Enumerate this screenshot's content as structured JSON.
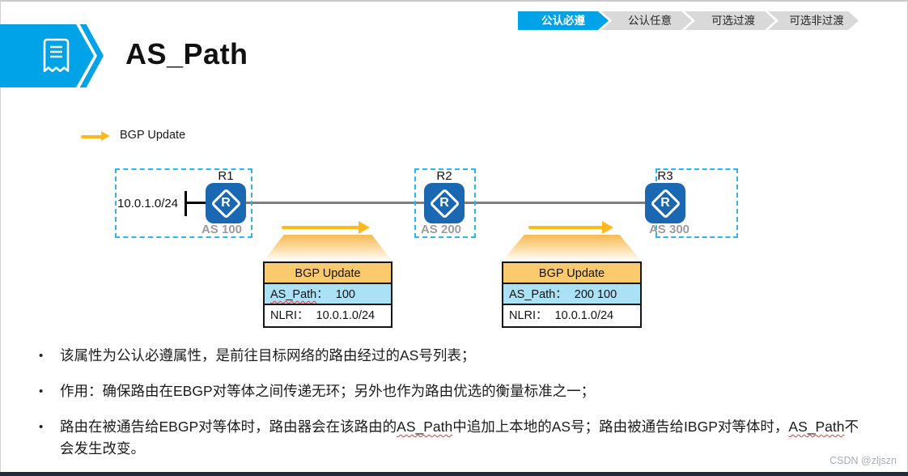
{
  "header": {
    "title": "AS_Path"
  },
  "tabs": {
    "items": [
      {
        "label": "公认必遵",
        "active": true
      },
      {
        "label": "公认任意",
        "active": false
      },
      {
        "label": "可选过渡",
        "active": false
      },
      {
        "label": "可选非过渡",
        "active": false
      }
    ]
  },
  "legend": {
    "label": "BGP Update"
  },
  "diagram": {
    "network_prefix": "10.0.1.0/24",
    "routers": [
      {
        "name": "R1",
        "letter": "R",
        "as_label": "AS 100"
      },
      {
        "name": "R2",
        "letter": "R",
        "as_label": "AS 200"
      },
      {
        "name": "R3",
        "letter": "R",
        "as_label": "AS 300"
      }
    ],
    "updates": [
      {
        "title": "BGP Update",
        "rows": [
          {
            "label": "AS_Path",
            "sep": "：",
            "value": "100"
          },
          {
            "label": "NLRI",
            "sep": "：",
            "value": "10.0.1.0/24"
          }
        ]
      },
      {
        "title": "BGP Update",
        "rows": [
          {
            "label": "AS_Path",
            "sep": "：",
            "value": "200 100"
          },
          {
            "label": "NLRI",
            "sep": "：",
            "value": "10.0.1.0/24"
          }
        ]
      }
    ]
  },
  "bullets": {
    "marker": "•",
    "items": [
      {
        "text": "该属性为公认必遵属性，是前往目标网络的路由经过的AS号列表；"
      },
      {
        "text": "作用：确保路由在EBGP对等体之间传递无环；另外也作为路由优选的衡量标准之一；"
      },
      {
        "segments": [
          "路由在被通告给EBGP对等体时，路由器会在该路由的",
          "AS_Path",
          "中追加上本地的AS号；路由被通告给IBGP对等",
          "体时，",
          "AS_Path",
          "不会发生改变。"
        ]
      }
    ]
  },
  "footer": {
    "watermark": "CSDN @zljszn"
  },
  "colors": {
    "accent_blue": "#00A3E8",
    "router_blue": "#1A68B2",
    "dashed_cyan": "#2EB5EA",
    "arrow_yellow": "#FFB91D",
    "table_header_orange": "#FBCA6D",
    "table_row_blue": "#ABE1F5",
    "tab_inactive_gray": "#D9D9D9",
    "bottom_bar": "#222B38"
  }
}
